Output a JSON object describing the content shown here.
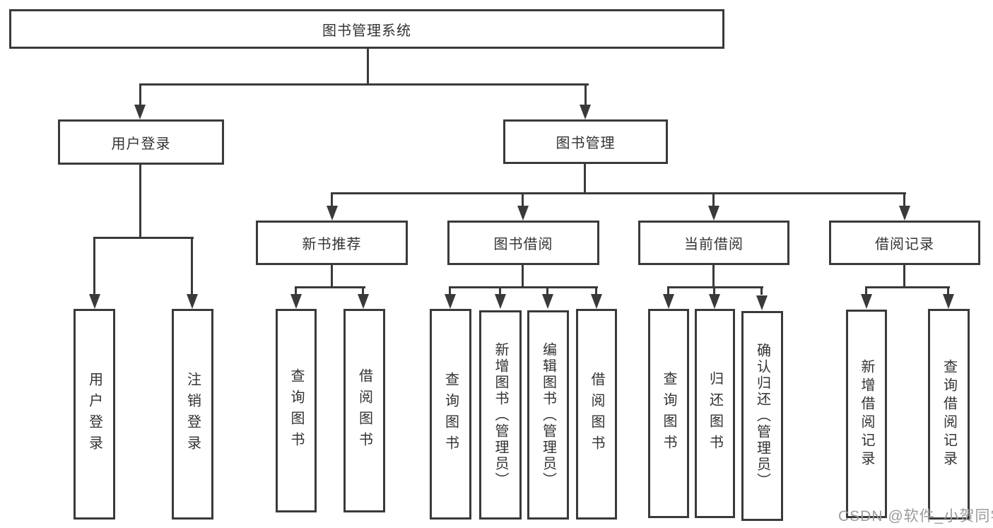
{
  "diagram": {
    "root_label": "图书管理系统",
    "children": [
      {
        "label": "用户登录",
        "children": [
          {
            "label": "用户登录"
          },
          {
            "label": "注销登录"
          }
        ]
      },
      {
        "label": "图书管理",
        "children": [
          {
            "label": "新书推荐",
            "children": [
              {
                "label": "查询图书"
              },
              {
                "label": "借阅图书"
              }
            ]
          },
          {
            "label": "图书借阅",
            "children": [
              {
                "label": "查询图书"
              },
              {
                "label": "新增图书（管理员）"
              },
              {
                "label": "编辑图书（管理员）"
              },
              {
                "label": "借阅图书"
              }
            ]
          },
          {
            "label": "当前借阅",
            "children": [
              {
                "label": "查询图书"
              },
              {
                "label": "归还图书"
              },
              {
                "label": "确认归还（管理员）"
              }
            ]
          },
          {
            "label": "借阅记录",
            "children": [
              {
                "label": "新增借阅记录"
              },
              {
                "label": "查询借阅记录"
              }
            ]
          }
        ]
      }
    ]
  },
  "watermark": "CSDN @软件_小贺同学",
  "colors": {
    "line": "#3a3a3a",
    "text": "#333333",
    "watermark": "#9b9b9b",
    "background": "#ffffff"
  }
}
